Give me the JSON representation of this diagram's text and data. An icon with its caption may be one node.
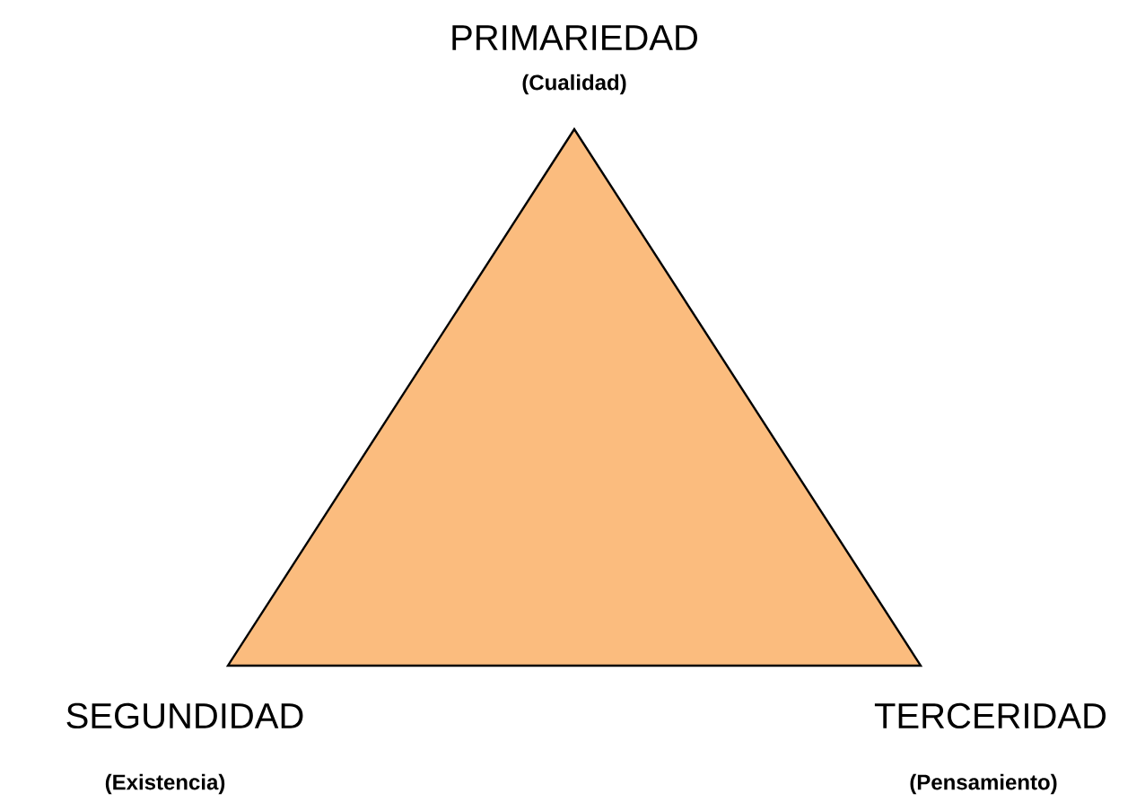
{
  "diagram": {
    "nodes": [
      {
        "text": [],
        "shape": "triangle"
      }
    ],
    "labels": [
      "PRIMARIEDAD",
      "(Cualidad)",
      "SEGUNDIDAD",
      "(Existencia)",
      "TERCERIDAD",
      "(Pensamiento)"
    ]
  }
}
